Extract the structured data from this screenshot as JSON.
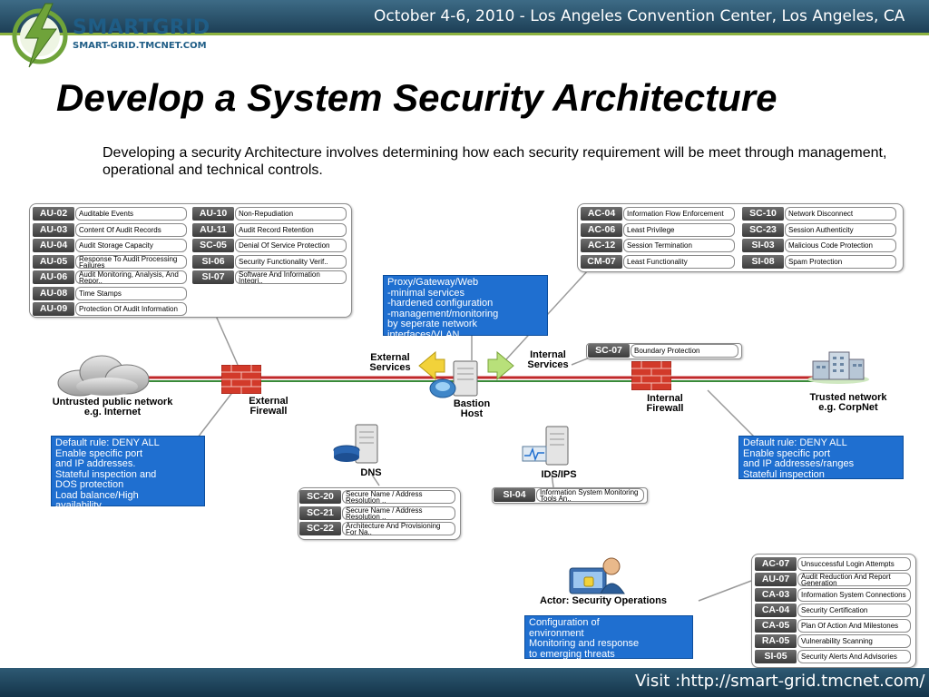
{
  "header": {
    "date_venue": "October 4-6, 2010 - Los Angeles Convention Center, Los Angeles, CA",
    "logo_name": "SMARTGRID",
    "logo_url": "SMART-GRID.TMCNET.COM"
  },
  "footer": {
    "url": "Visit :http://smart-grid.tmcnet.com/"
  },
  "title": "Develop a System Security Architecture",
  "intro": "Developing a security Architecture involves determining how each security requirement will be meet through management, operational and technical controls.",
  "groups": {
    "audit_left": [
      {
        "code": "AU-02",
        "label": "Auditable Events"
      },
      {
        "code": "AU-03",
        "label": "Content Of Audit Records"
      },
      {
        "code": "AU-04",
        "label": "Audit Storage Capacity"
      },
      {
        "code": "AU-05",
        "label": "Response To Audit Processing Failures"
      },
      {
        "code": "AU-06",
        "label": "Audit Monitoring, Analysis, And Repor.."
      },
      {
        "code": "AU-08",
        "label": "Time Stamps"
      },
      {
        "code": "AU-09",
        "label": "Protection Of Audit Information"
      }
    ],
    "audit_right": [
      {
        "code": "AU-10",
        "label": "Non-Repudiation"
      },
      {
        "code": "AU-11",
        "label": "Audit Record Retention"
      },
      {
        "code": "SC-05",
        "label": "Denial Of Service Protection"
      },
      {
        "code": "SI-06",
        "label": "Security Functionality Verif.."
      },
      {
        "code": "SI-07",
        "label": "Software And Information Integri.."
      }
    ],
    "access_left": [
      {
        "code": "AC-04",
        "label": "Information Flow Enforcement"
      },
      {
        "code": "AC-06",
        "label": "Least Privilege"
      },
      {
        "code": "AC-12",
        "label": "Session Termination"
      },
      {
        "code": "CM-07",
        "label": "Least Functionality"
      }
    ],
    "access_right": [
      {
        "code": "SC-10",
        "label": "Network Disconnect"
      },
      {
        "code": "SC-23",
        "label": "Session Authenticity"
      },
      {
        "code": "SI-03",
        "label": "Malicious Code Protection"
      },
      {
        "code": "SI-08",
        "label": "Spam Protection"
      }
    ],
    "boundary": [
      {
        "code": "SC-07",
        "label": "Boundary Protection"
      }
    ],
    "dns": [
      {
        "code": "SC-20",
        "label": "Secure Name / Address Resolution .."
      },
      {
        "code": "SC-21",
        "label": "Secure Name / Address Resolution .."
      },
      {
        "code": "SC-22",
        "label": "Architecture And Provisioning For Na.."
      }
    ],
    "ids": [
      {
        "code": "SI-04",
        "label": "Information System Monitoring Tools An.."
      }
    ],
    "ops": [
      {
        "code": "AC-07",
        "label": "Unsuccessful Login Attempts"
      },
      {
        "code": "AU-07",
        "label": "Audit Reduction And Report Generation"
      },
      {
        "code": "CA-03",
        "label": "Information System Connections"
      },
      {
        "code": "CA-04",
        "label": "Security Certification"
      },
      {
        "code": "CA-05",
        "label": "Plan Of Action And Milestones"
      },
      {
        "code": "RA-05",
        "label": "Vulnerability Scanning"
      },
      {
        "code": "SI-05",
        "label": "Security Alerts And Advisories"
      }
    ]
  },
  "blue_boxes": {
    "proxy": [
      "Proxy/Gateway/Web",
      "-minimal services",
      "-hardened configuration",
      "-management/monitoring",
      "by seperate network",
      "interfaces/VLAN"
    ],
    "external_fw": [
      "Default rule: DENY ALL",
      "Enable specific port",
      "and IP addresses.",
      "Stateful inspection and",
      "DOS protection",
      "Load balance/High",
      "availability"
    ],
    "internal_fw": [
      "Default rule: DENY ALL",
      "Enable specific port",
      "and IP addresses/ranges",
      "Stateful inspection"
    ],
    "security_ops": [
      "Configuration of",
      "environment",
      "Monitoring and response",
      "to emerging threats"
    ]
  },
  "nodes": {
    "untrusted_line1": "Untrusted public network",
    "untrusted_line2": "e.g. Internet",
    "ext_fw_line1": "External",
    "ext_fw_line2": "Firewall",
    "ext_services_line1": "External",
    "ext_services_line2": "Services",
    "bastion_line1": "Bastion",
    "bastion_line2": "Host",
    "int_services_line1": "Internal",
    "int_services_line2": "Services",
    "int_fw_line1": "Internal",
    "int_fw_line2": "Firewall",
    "trusted_line1": "Trusted network",
    "trusted_line2": "e.g. CorpNet",
    "dns": "DNS",
    "ids": "IDS/IPS",
    "actor": "Actor:  Security Operations"
  },
  "colors": {
    "header": "#2e5a74",
    "accent_green": "#8cb23f",
    "blue_box": "#1f6fd0",
    "firewall_brick": "#d23a2a",
    "network_line_red": "#c0282a",
    "network_line_green": "#3a8a3a"
  }
}
